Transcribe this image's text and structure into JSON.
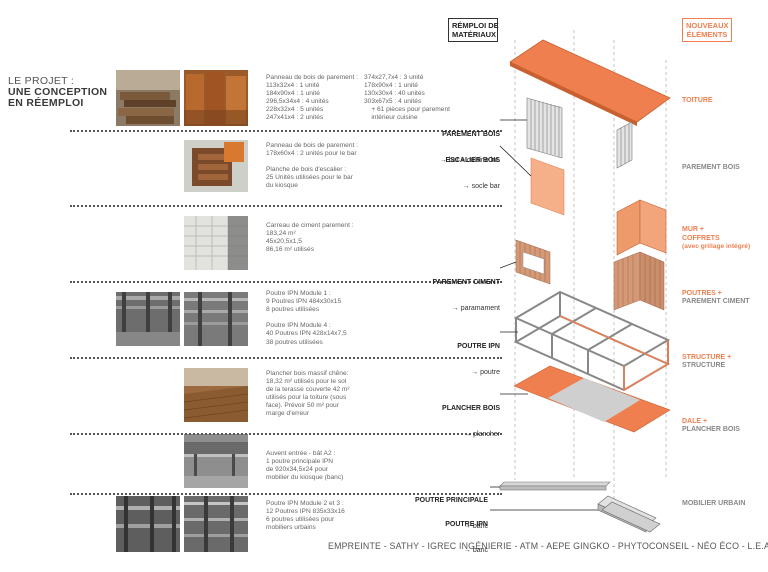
{
  "project": {
    "line1": "LE PROJET :",
    "line2": "UNE CONCEPTION",
    "line3": "EN RÉEMPLOI"
  },
  "headers": {
    "reuse": "RÉMPLOI DE\nMATÉRIAUX",
    "new": "NOUVEAUX\nÉLÉMENTS"
  },
  "rows": [
    {
      "col1": "Panneau de bois de parement :\n113x32x4 : 1 unité\n184x90x4 : 1 unité\n296,5x34x4 : 4 unités\n228x32x4 : 5 unités\n247x41x4 : 2 unités",
      "col2": "374x27,7x4 : 3 unité\n178x90x4 : 1 unité\n130x30x4 : 40 unités\n303x67x5 : 4 unités\n    + 61 pièces pour parement\n    intérieur cuisine"
    },
    {
      "col1": "Panneau de bois de parement :\n178x60x4 : 2 unités pour le bar\n\nPlanche de bois d'escalier :\n25 Unités utilisées pour le bar\ndu kiosque"
    },
    {
      "col1": "Carreau de ciment parement :\n183,24 m²\n45x20,5x1,5\n86,16 m² utilisés"
    },
    {
      "col1": "Poutre IPN Module 1 :\n9 Poutres IPN 484x30x15\n8 poutres utilisées\n\nPoutre IPN Module 4 :\n40 Poutres IPN 428x14x7,5\n38 poutres utilisées"
    },
    {
      "col1": "Plancher bois massif chêne:\n18,32 m² utilisés pour le sol\nde la terasse couverte 42 m²\nutilisés pour la toiture (sous\nface). Prévoir 50 m² pour\nmarge d'erreur"
    },
    {
      "col1": "Auvent entrée - bât A2 :\n1 poutre principale IPN\nde 920x34,5x24 pour\nmobilier du kiosque (banc)"
    },
    {
      "col1": "Poutre IPN Module 2 et 3 :\n12 Poutres IPN 835x33x16\n6 poutres utilisées pour\nmobiliers urbains"
    }
  ],
  "left_labels": [
    {
      "main": "PAREMENT BOIS",
      "sub": "bar + cuisine int."
    },
    {
      "main": "ESCALIER BOIS",
      "sub": "socle bar"
    },
    {
      "main": "PAREMENT CIMENT",
      "sub": "paramament"
    },
    {
      "main": "POUTRE IPN",
      "sub": "poutre"
    },
    {
      "main": "PLANCHER BOIS",
      "sub": "plancher"
    },
    {
      "main": "POUTRE PRINCIPALE",
      "sub": "banc"
    },
    {
      "main": "POUTRE IPN",
      "sub": "banc"
    }
  ],
  "right_labels": {
    "toiture": "TOITURE",
    "parement_bois": "PAREMENT BOIS",
    "mur": "MUR +\nCOFFRETS",
    "mur_sub": "(avec grillage intégré)",
    "poutres": "POUTRES +",
    "poutres_sub": "PAREMENT CIMENT",
    "structure": "STRUCTURE +",
    "structure_sub": "STRUCTURE",
    "dale": "DALE +",
    "dale_sub": "PLANCHER BOIS",
    "mobilier": "MOBILIER URBAIN"
  },
  "arrow_glyph": "→",
  "footer": "EMPREINTE - SATHY - IGREC INGÉNIERIE - ATM - AEPE GINGKO - PHYTOCONSEIL - NÉO ÉCO - L.E.A.",
  "colors": {
    "accent": "#ef7f4f",
    "accent_light": "#f5b08a",
    "steel": "#9a9a9a",
    "text": "#555555"
  }
}
